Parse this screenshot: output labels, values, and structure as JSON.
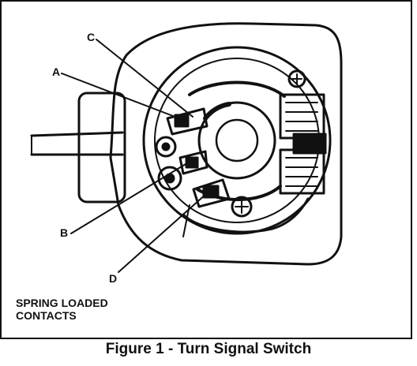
{
  "diagram": {
    "callouts": {
      "a": "A",
      "b": "B",
      "c": "C",
      "d": "D"
    },
    "note_line1": "SPRING LOADED",
    "note_line2": "CONTACTS",
    "caption": "Figure 1 - Turn Signal Switch"
  },
  "colors": {
    "ink": "#111111",
    "paper": "#ffffff"
  }
}
